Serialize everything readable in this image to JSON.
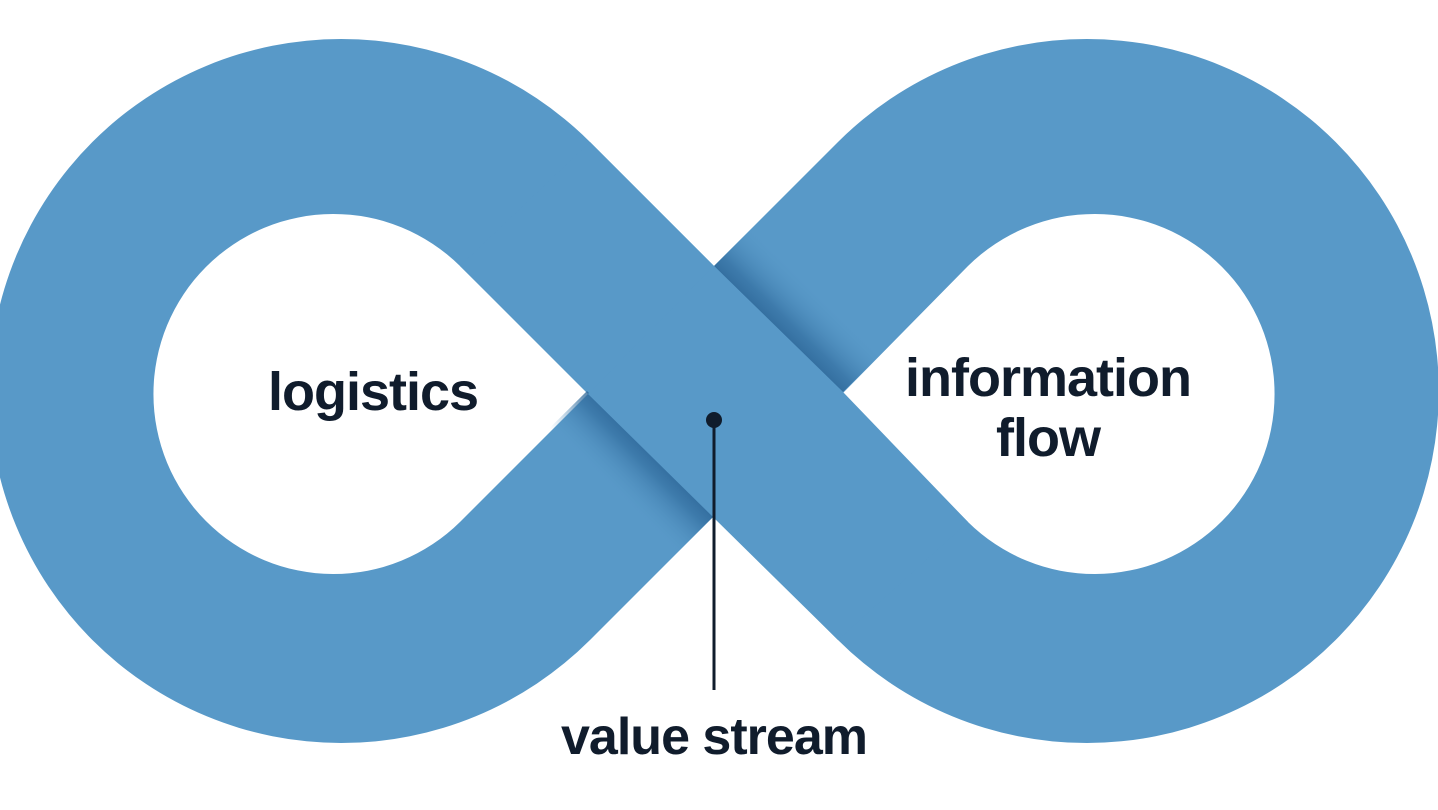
{
  "labels": {
    "left_loop": "logistics",
    "right_loop_line1": "information",
    "right_loop_line2": "flow",
    "pointer": "value stream"
  },
  "colors": {
    "band": "#5899c8",
    "band_shade": "#1f5585",
    "text": "#101c2c",
    "background": "#ffffff"
  }
}
